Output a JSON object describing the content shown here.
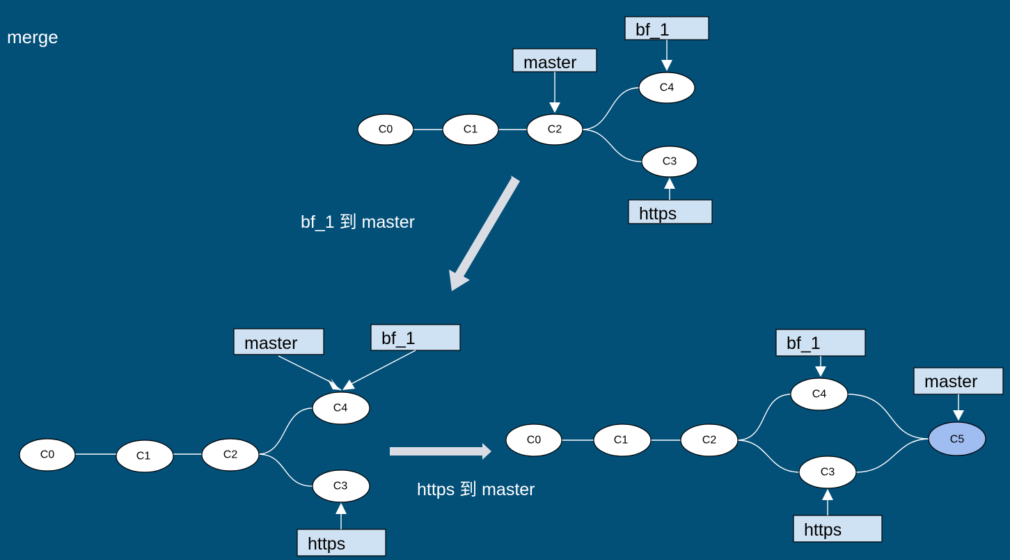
{
  "title": "merge",
  "step1_label": "bf_1 到 master",
  "step2_label": "https 到 master",
  "top": {
    "commits": [
      "C0",
      "C1",
      "C2",
      "C4",
      "C3"
    ],
    "branches": {
      "master": "master",
      "bf_1": "bf_1",
      "https": "https"
    }
  },
  "middle": {
    "commits": [
      "C0",
      "C1",
      "C2",
      "C4",
      "C3"
    ],
    "branches": {
      "master": "master",
      "bf_1": "bf_1",
      "https": "https"
    }
  },
  "result": {
    "commits": [
      "C0",
      "C1",
      "C2",
      "C4",
      "C3",
      "C5"
    ],
    "branches": {
      "master": "master",
      "bf_1": "bf_1",
      "https": "https"
    }
  }
}
